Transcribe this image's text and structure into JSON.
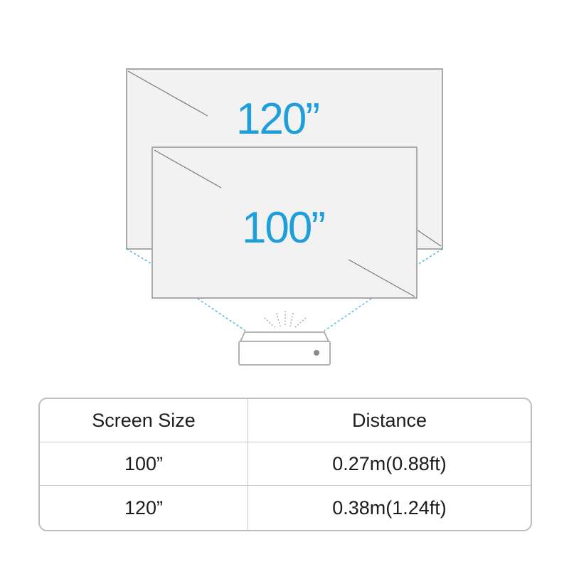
{
  "screens": {
    "large_label": "120”",
    "small_label": "100”"
  },
  "colors": {
    "accent": "#1e9fdc",
    "screen_fill": "#f2f2f2",
    "screen_border": "#a9a9a9"
  },
  "table": {
    "headers": [
      "Screen Size",
      "Distance"
    ],
    "rows": [
      {
        "size": "100”",
        "distance": "0.27m(0.88ft)"
      },
      {
        "size": "120”",
        "distance": "0.38m(1.24ft)"
      }
    ]
  }
}
